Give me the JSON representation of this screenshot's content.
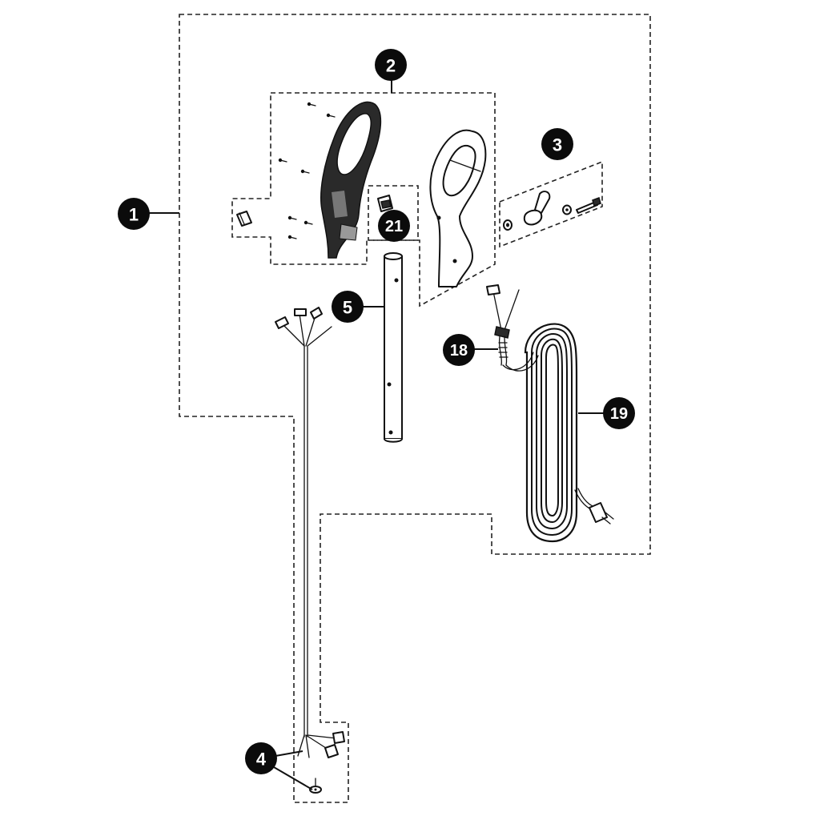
{
  "callouts": [
    {
      "id": "c1",
      "label": "1"
    },
    {
      "id": "c2",
      "label": "2"
    },
    {
      "id": "c3",
      "label": "3"
    },
    {
      "id": "c4",
      "label": "4"
    },
    {
      "id": "c5",
      "label": "5"
    },
    {
      "id": "c18",
      "label": "18"
    },
    {
      "id": "c19",
      "label": "19"
    },
    {
      "id": "c21",
      "label": "21"
    }
  ]
}
